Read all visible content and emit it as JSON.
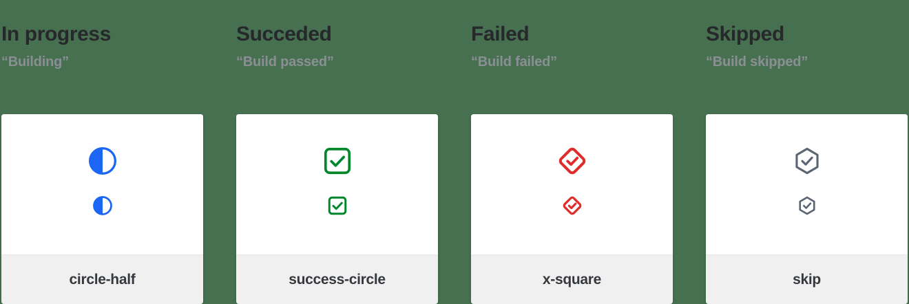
{
  "page": {
    "background_color": "#477050",
    "card_background": "#ffffff",
    "card_footer_background": "#f0f0f0"
  },
  "columns": [
    {
      "heading": "In progress",
      "subheading": "“Building”",
      "icon_name": "circle-half-icon",
      "icon_label": "circle-half",
      "icon_color": "#1b66f2"
    },
    {
      "heading": "Succeded",
      "subheading": "“Build passed”",
      "icon_name": "success-circle-icon",
      "icon_label": "success-circle",
      "icon_color": "#00872c"
    },
    {
      "heading": "Failed",
      "subheading": "“Build failed”",
      "icon_name": "x-square-icon",
      "icon_label": "x-square",
      "icon_color": "#e02b2b"
    },
    {
      "heading": "Skipped",
      "subheading": "“Build skipped”",
      "icon_name": "skip-icon",
      "icon_label": "skip",
      "icon_color": "#5a6472"
    }
  ]
}
